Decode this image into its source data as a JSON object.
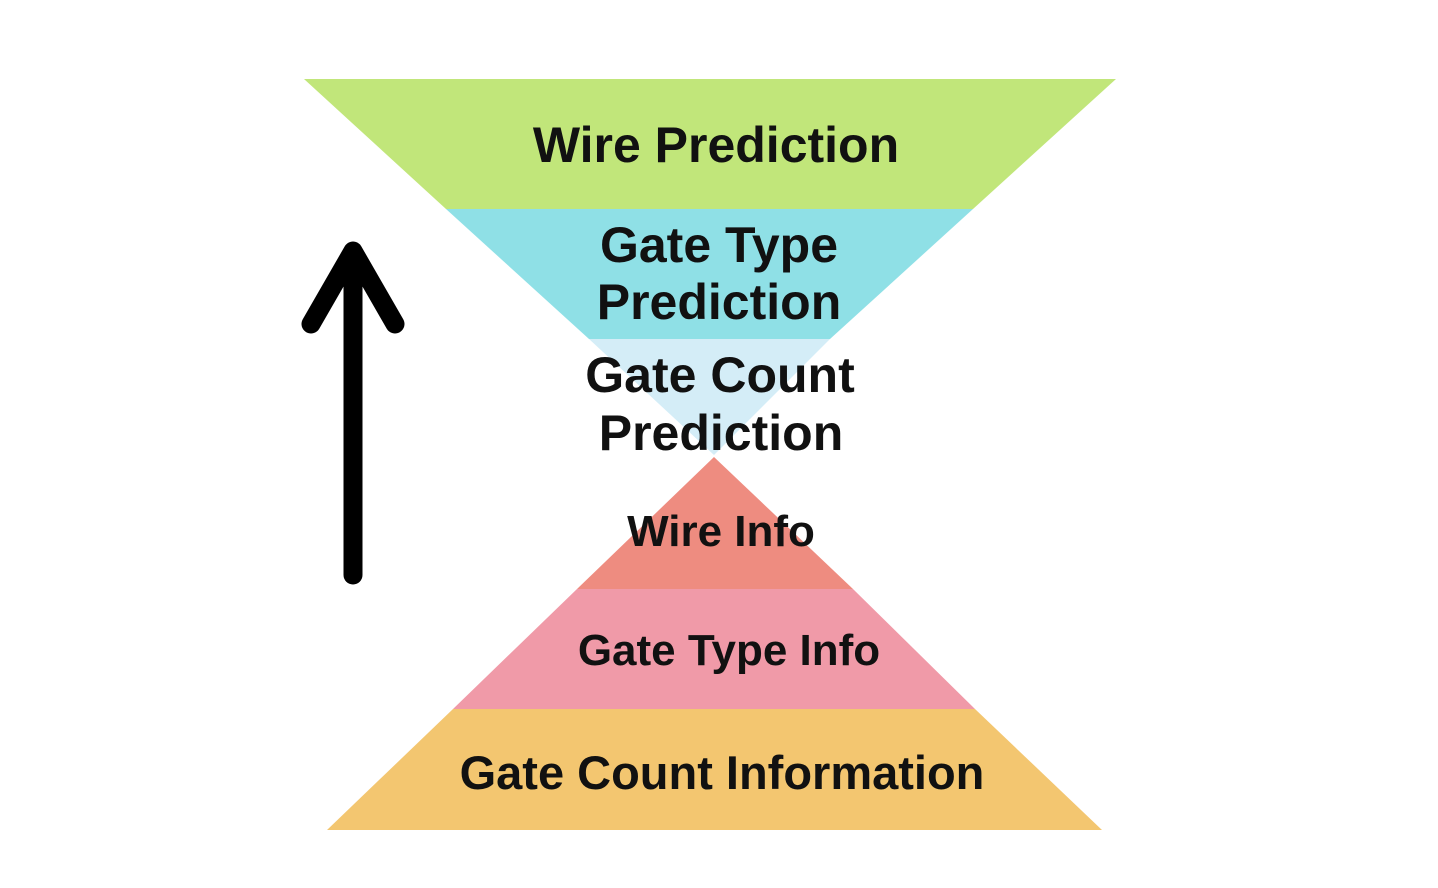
{
  "diagram": {
    "top_funnel": [
      {
        "lines": [
          "Wire Prediction"
        ],
        "color": "#c1e67a"
      },
      {
        "lines": [
          "Gate Type",
          "Prediction"
        ],
        "color": "#8fe0e6"
      },
      {
        "lines": [
          "Gate Count",
          "Prediction"
        ],
        "color": "#d4edf7"
      }
    ],
    "bottom_pyramid": [
      {
        "lines": [
          "Wire Info"
        ],
        "color": "#ee8c80"
      },
      {
        "lines": [
          "Gate Type Info"
        ],
        "color": "#f09aa8"
      },
      {
        "lines": [
          "Gate Count Information"
        ],
        "color": "#f3c670"
      }
    ],
    "arrow": {
      "direction": "up",
      "color": "#000000"
    }
  }
}
